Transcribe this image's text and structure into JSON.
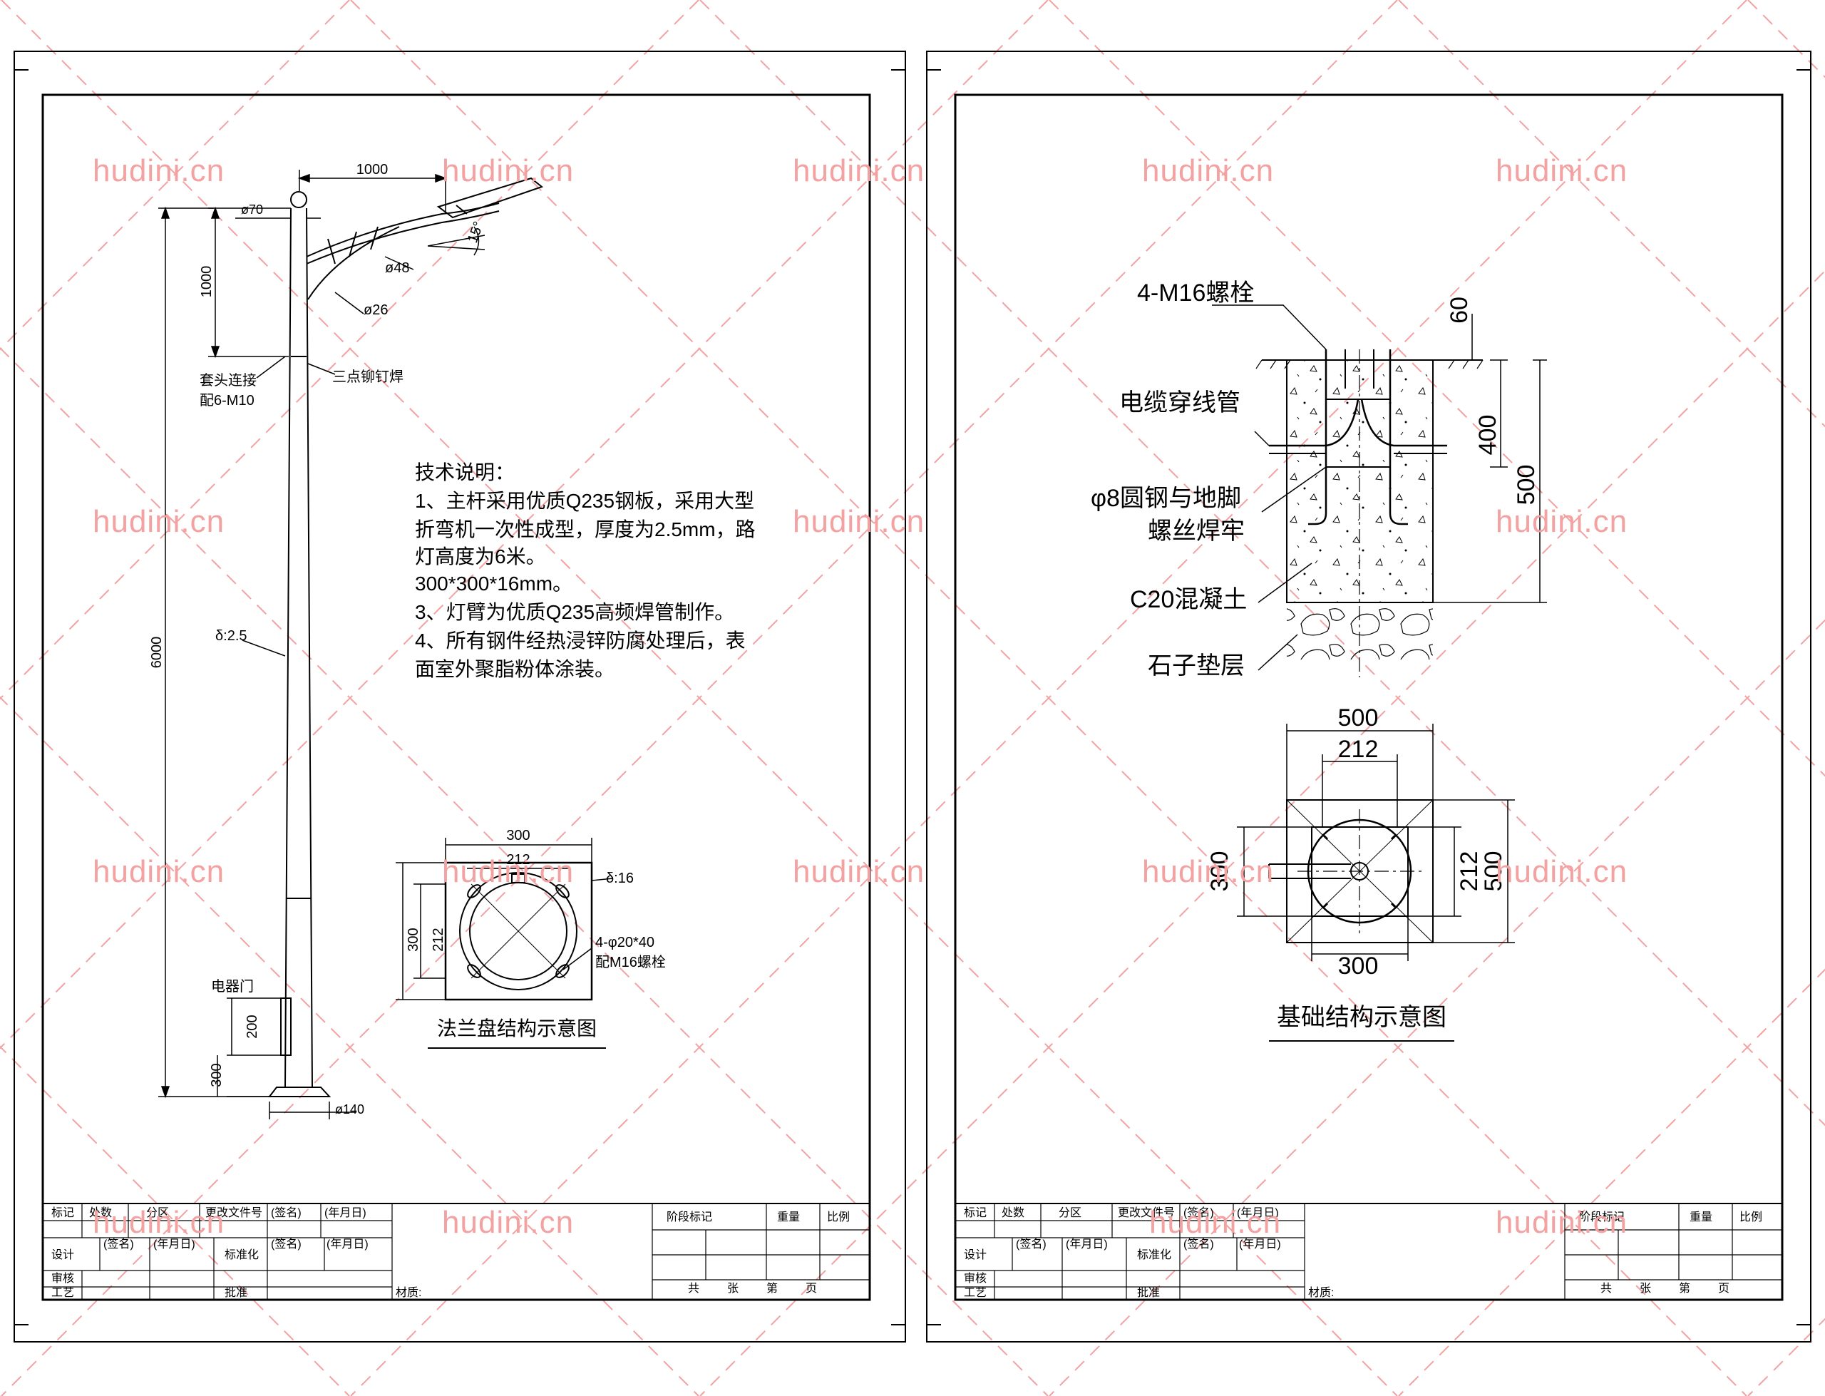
{
  "watermark": {
    "text": "hudini.cn",
    "color": "#f4a1a1"
  },
  "sheet1": {
    "dims": {
      "arm_length": "1000",
      "pole_top_dia": "ø70",
      "upper_height": "1000",
      "arm_dia": "ø48",
      "brace_dia": "ø26",
      "tilt_angle": "15°",
      "total_height": "6000",
      "wall": "δ:2.5",
      "door_height": "200",
      "door_offset": "300",
      "base_dia": "ø140"
    },
    "labels": {
      "sleeve": "套头连接",
      "sleeve_bolts": "配6-M10",
      "rivet_weld": "三点铆钉焊",
      "door": "电器门"
    },
    "notes": {
      "title": "技术说明：",
      "lines": [
        "1、主杆采用优质Q235钢板，采用大型",
        "折弯机一次性成型，厚度为2.5mm，路",
        "灯高度为6米。",
        "300*300*16mm。",
        "3、灯臂为优质Q235高频焊管制作。",
        "4、所有钢件经热浸锌防腐处理后，表",
        "面室外聚脂粉体涂装。"
      ]
    },
    "flange": {
      "w": "300",
      "inner_w": "212",
      "h": "300",
      "inner_h": "212",
      "thickness": "δ:16",
      "holes": "4-φ20*40",
      "bolts": "配M16螺栓",
      "title": "法兰盘结构示意图"
    }
  },
  "sheet2": {
    "labels": {
      "bolts": "4-M16螺栓",
      "conduit": "电缆穿线管",
      "rebar_1": "φ8圆钢与地脚",
      "rebar_2": "螺丝焊牢",
      "concrete": "C20混凝土",
      "gravel": "石子垫层"
    },
    "dims": {
      "top": "60",
      "mid": "400",
      "depth": "500"
    },
    "plan": {
      "outer_top": "500",
      "inner_top": "212",
      "left": "300",
      "inner_right": "212",
      "outer_right": "500",
      "bottom": "300",
      "title": "基础结构示意图"
    }
  },
  "title_block": {
    "r1": [
      "标记",
      "处数",
      "分区",
      "更改文件号",
      "(签名)",
      "(年月日)"
    ],
    "r2": [
      "设计",
      "(签名)",
      "(年月日)",
      "标准化",
      "(签名)",
      "(年月日)"
    ],
    "r3": [
      "审核"
    ],
    "r4": [
      "工艺",
      "批准"
    ],
    "stage": "阶段标记",
    "weight": "重量",
    "scale": "比例",
    "material": "材质:",
    "total": "共",
    "sheets": "张",
    "page": "第",
    "page_unit": "页"
  }
}
